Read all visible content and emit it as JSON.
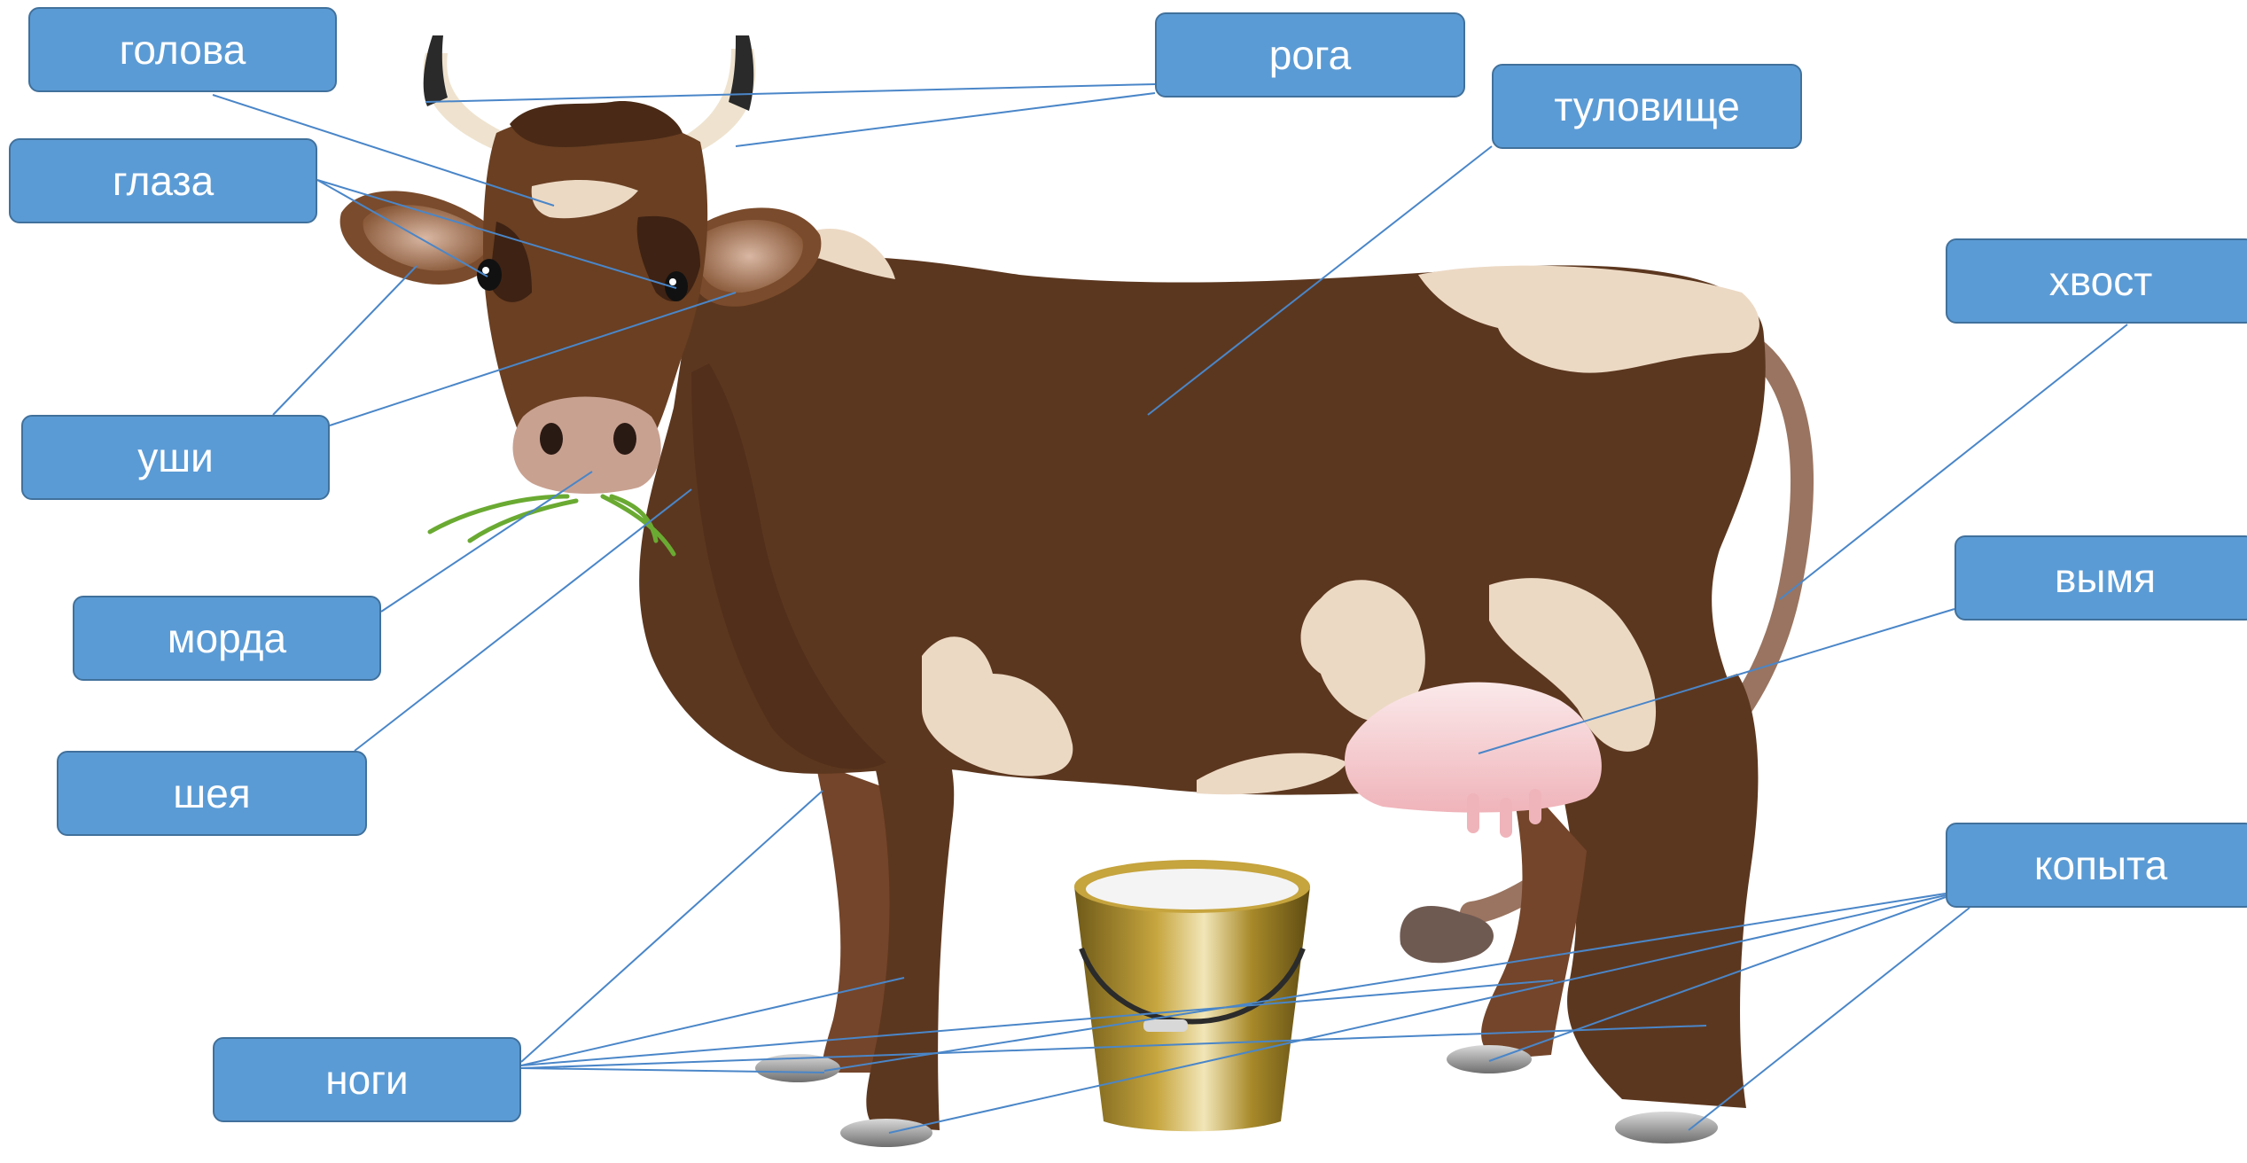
{
  "labels": {
    "head": "голова",
    "eyes": "глаза",
    "ears": "уши",
    "muzzle": "морда",
    "neck": "шея",
    "legs": "ноги",
    "horns": "рога",
    "body": "туловище",
    "tail": "хвост",
    "udder": "вымя",
    "hooves": "копыта"
  },
  "colors": {
    "label_fill": "#5b9bd5",
    "label_border": "#41719c",
    "label_text": "#ffffff",
    "leader_line": "#4a86c8",
    "cow_brown": "#5c371f",
    "cow_spots": "#ecd9c4",
    "udder_pink": "#f3c9cc",
    "bucket_gold": "#a88a2a",
    "milk": "#f4f4f4"
  }
}
